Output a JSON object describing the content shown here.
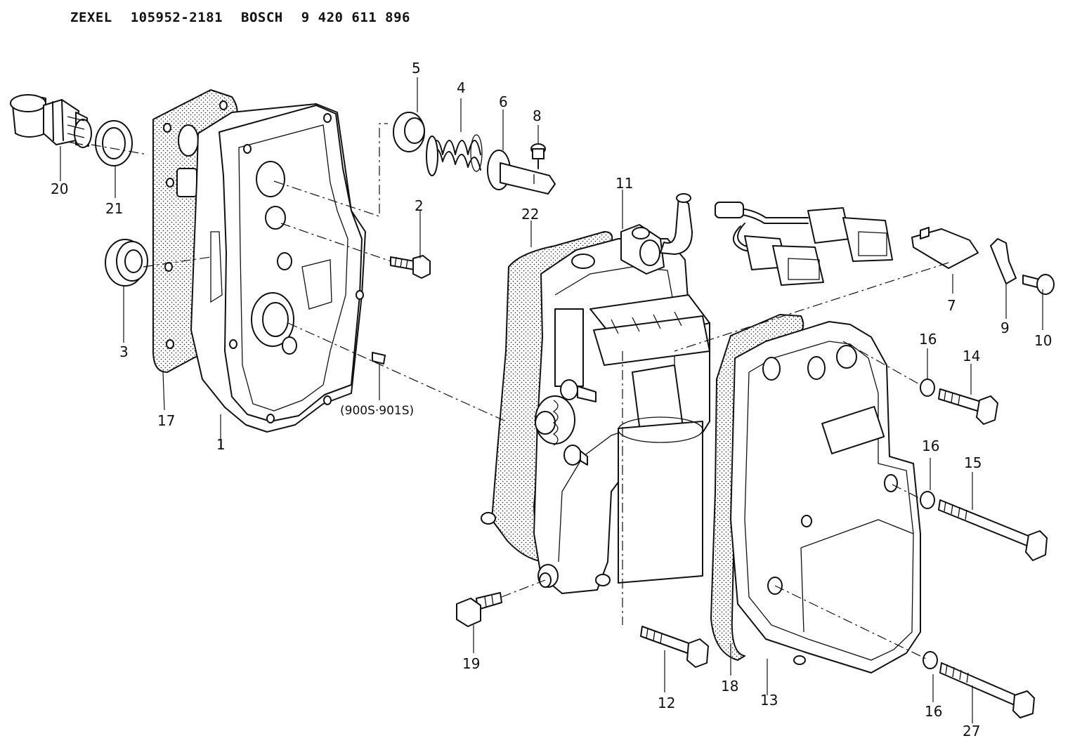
{
  "header": {
    "brand1": "ZEXEL",
    "part1": "105952-2181",
    "brand2": "BOSCH",
    "part2": "9 420 611 896"
  },
  "callouts": [
    "1",
    "2",
    "3",
    "4",
    "5",
    "6",
    "7",
    "8",
    "9",
    "10",
    "11",
    "12",
    "13",
    "14",
    "15",
    "16",
    "16",
    "16",
    "17",
    "18",
    "19",
    "20",
    "21",
    "22",
    "27"
  ],
  "note": "(900S·901S)"
}
